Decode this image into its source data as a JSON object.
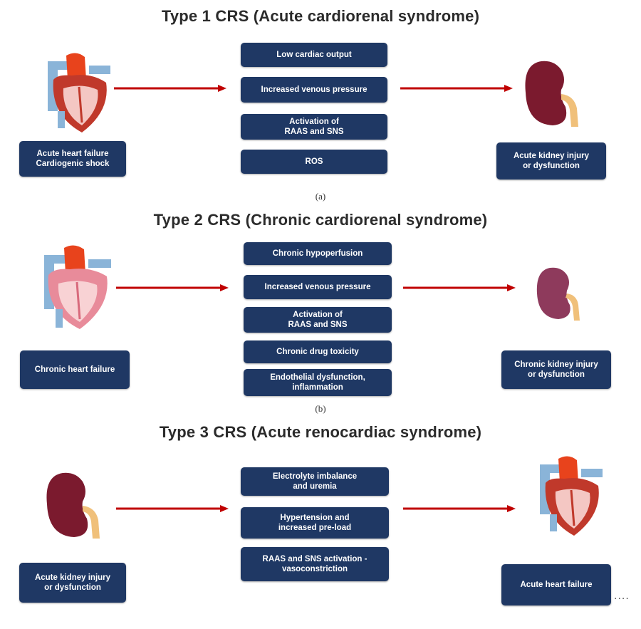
{
  "sections": [
    {
      "title": "Type 1 CRS (Acute cardiorenal syndrome)",
      "left_label": "Acute heart failure\nCardiogenic shock",
      "right_label": "Acute kidney injury\nor  dysfunction",
      "mechanisms": [
        "Low cardiac output",
        "Increased venous pressure",
        "Activation of\nRAAS  and SNS",
        "ROS"
      ],
      "caption": "(a)",
      "left_organ": "heart",
      "right_organ": "kidney"
    },
    {
      "title": "Type 2 CRS (Chronic cardiorenal syndrome)",
      "left_label": "Chronic heart failure",
      "right_label": "Chronic kidney injury\nor  dysfunction",
      "mechanisms": [
        "Chronic hypoperfusion",
        "Increased venous pressure",
        "Activation of\nRAAS  and SNS",
        "Chronic drug toxicity",
        "Endothelial dysfunction,\ninflammation"
      ],
      "caption": "(b)",
      "left_organ": "heart",
      "right_organ": "kidney"
    },
    {
      "title": "Type 3 CRS (Acute renocardiac syndrome)",
      "left_label": "Acute kidney injury\nor  dysfunction",
      "right_label": "Acute heart failure",
      "mechanisms": [
        "Electrolyte imbalance\nand uremia",
        "Hypertension and\nincreased pre-load",
        "RAAS  and SNS activation -\nvasoconstriction"
      ],
      "left_organ": "kidney",
      "right_organ": "heart"
    }
  ],
  "trailing_text": "....",
  "colors": {
    "box": "#1f3864",
    "arrow": "#c00000",
    "kidney": "#7b1a2e",
    "heart": "#c0392b"
  }
}
